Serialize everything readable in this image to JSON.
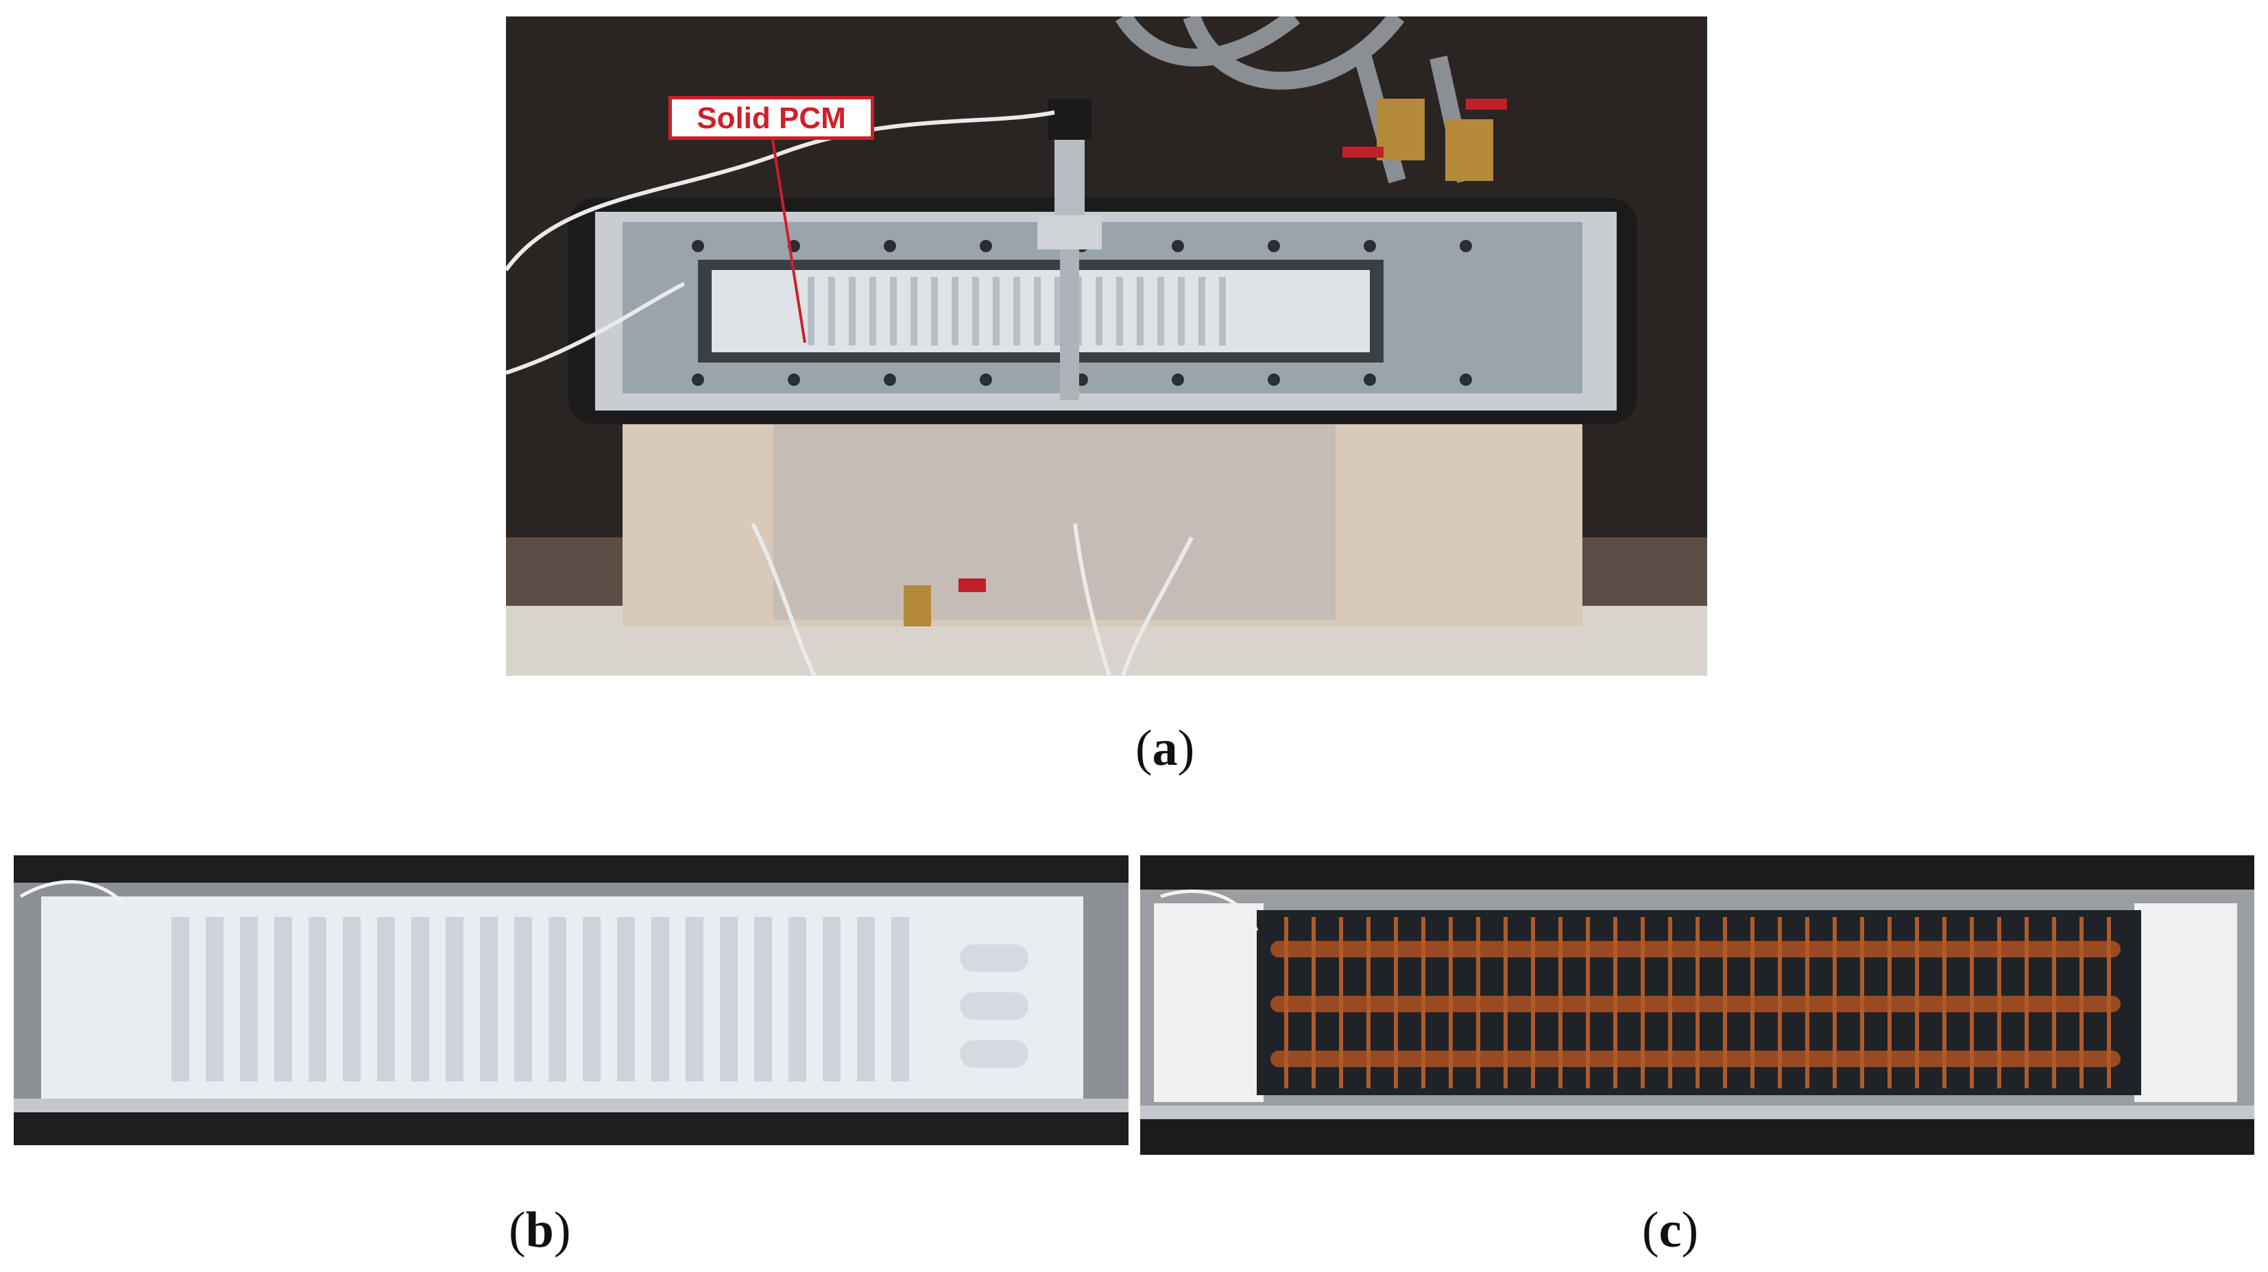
{
  "figure": {
    "panels": [
      {
        "id": "a",
        "caption_label": "a"
      },
      {
        "id": "b",
        "caption_label": "b"
      },
      {
        "id": "c",
        "caption_label": "c"
      }
    ],
    "annotation": {
      "text": "Solid PCM",
      "color": "#cf1f2a"
    }
  },
  "colors": {
    "background": "#ffffff",
    "annotation_red": "#cf1f2a",
    "pcm_white": "#e9edf2",
    "copper": "#9a4a22"
  }
}
